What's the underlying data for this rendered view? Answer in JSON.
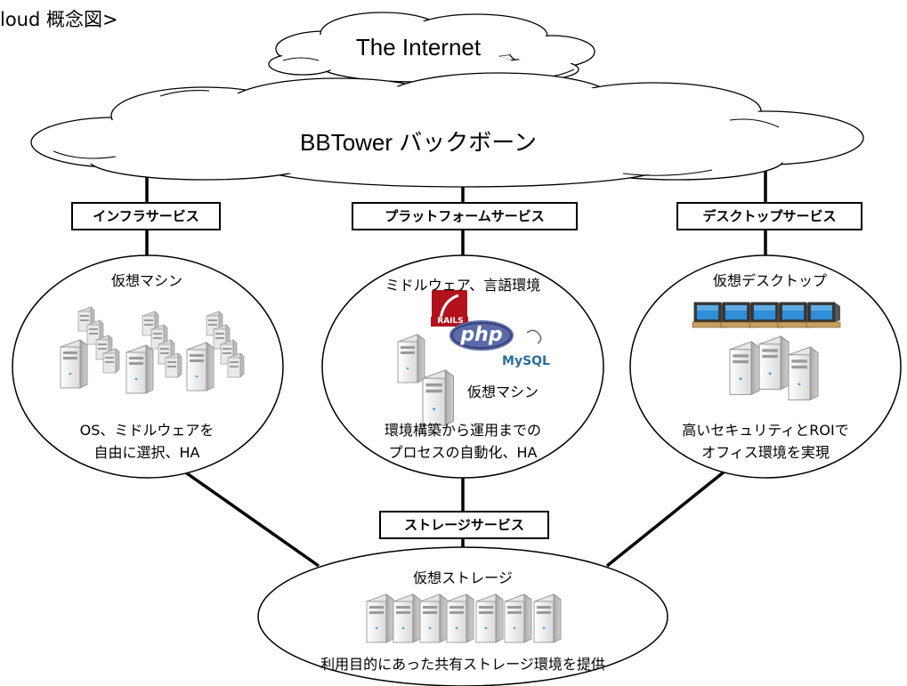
{
  "page_title": "loud 概念図>",
  "clouds": {
    "internet": "The Internet",
    "backbone": "BBTower バックボーン"
  },
  "services": {
    "infra": {
      "label": "インフラサービス",
      "title": "仮想マシン",
      "desc_line1": "OS、ミドルウェアを",
      "desc_line2": "自由に選択、HA"
    },
    "platform": {
      "label": "プラットフォームサービス",
      "title": "ミドルウェア、言語環境",
      "vm_label": "仮想マシン",
      "logos": [
        "RAILS",
        "php",
        "MySQL"
      ],
      "desc_line1": "環境構築から運用までの",
      "desc_line2": "プロセスの自動化、HA"
    },
    "desktop": {
      "label": "デスクトップサービス",
      "title": "仮想デスクトップ",
      "desc_line1": "高いセキュリティとROIで",
      "desc_line2": "オフィス環境を実現"
    },
    "storage": {
      "label": "ストレージサービス",
      "title": "仮想ストレージ",
      "desc": "利用目的にあった共有ストレージ環境を提供"
    }
  },
  "colors": {
    "line": "#000000",
    "server_face": "#f0f0f0",
    "server_side": "#bdbdbd",
    "monitor_screen": "#2f8fd8",
    "rails_red": "#b3121c",
    "php_blue": "#5b6aa8",
    "mysql_blue": "#2c6e9b"
  }
}
